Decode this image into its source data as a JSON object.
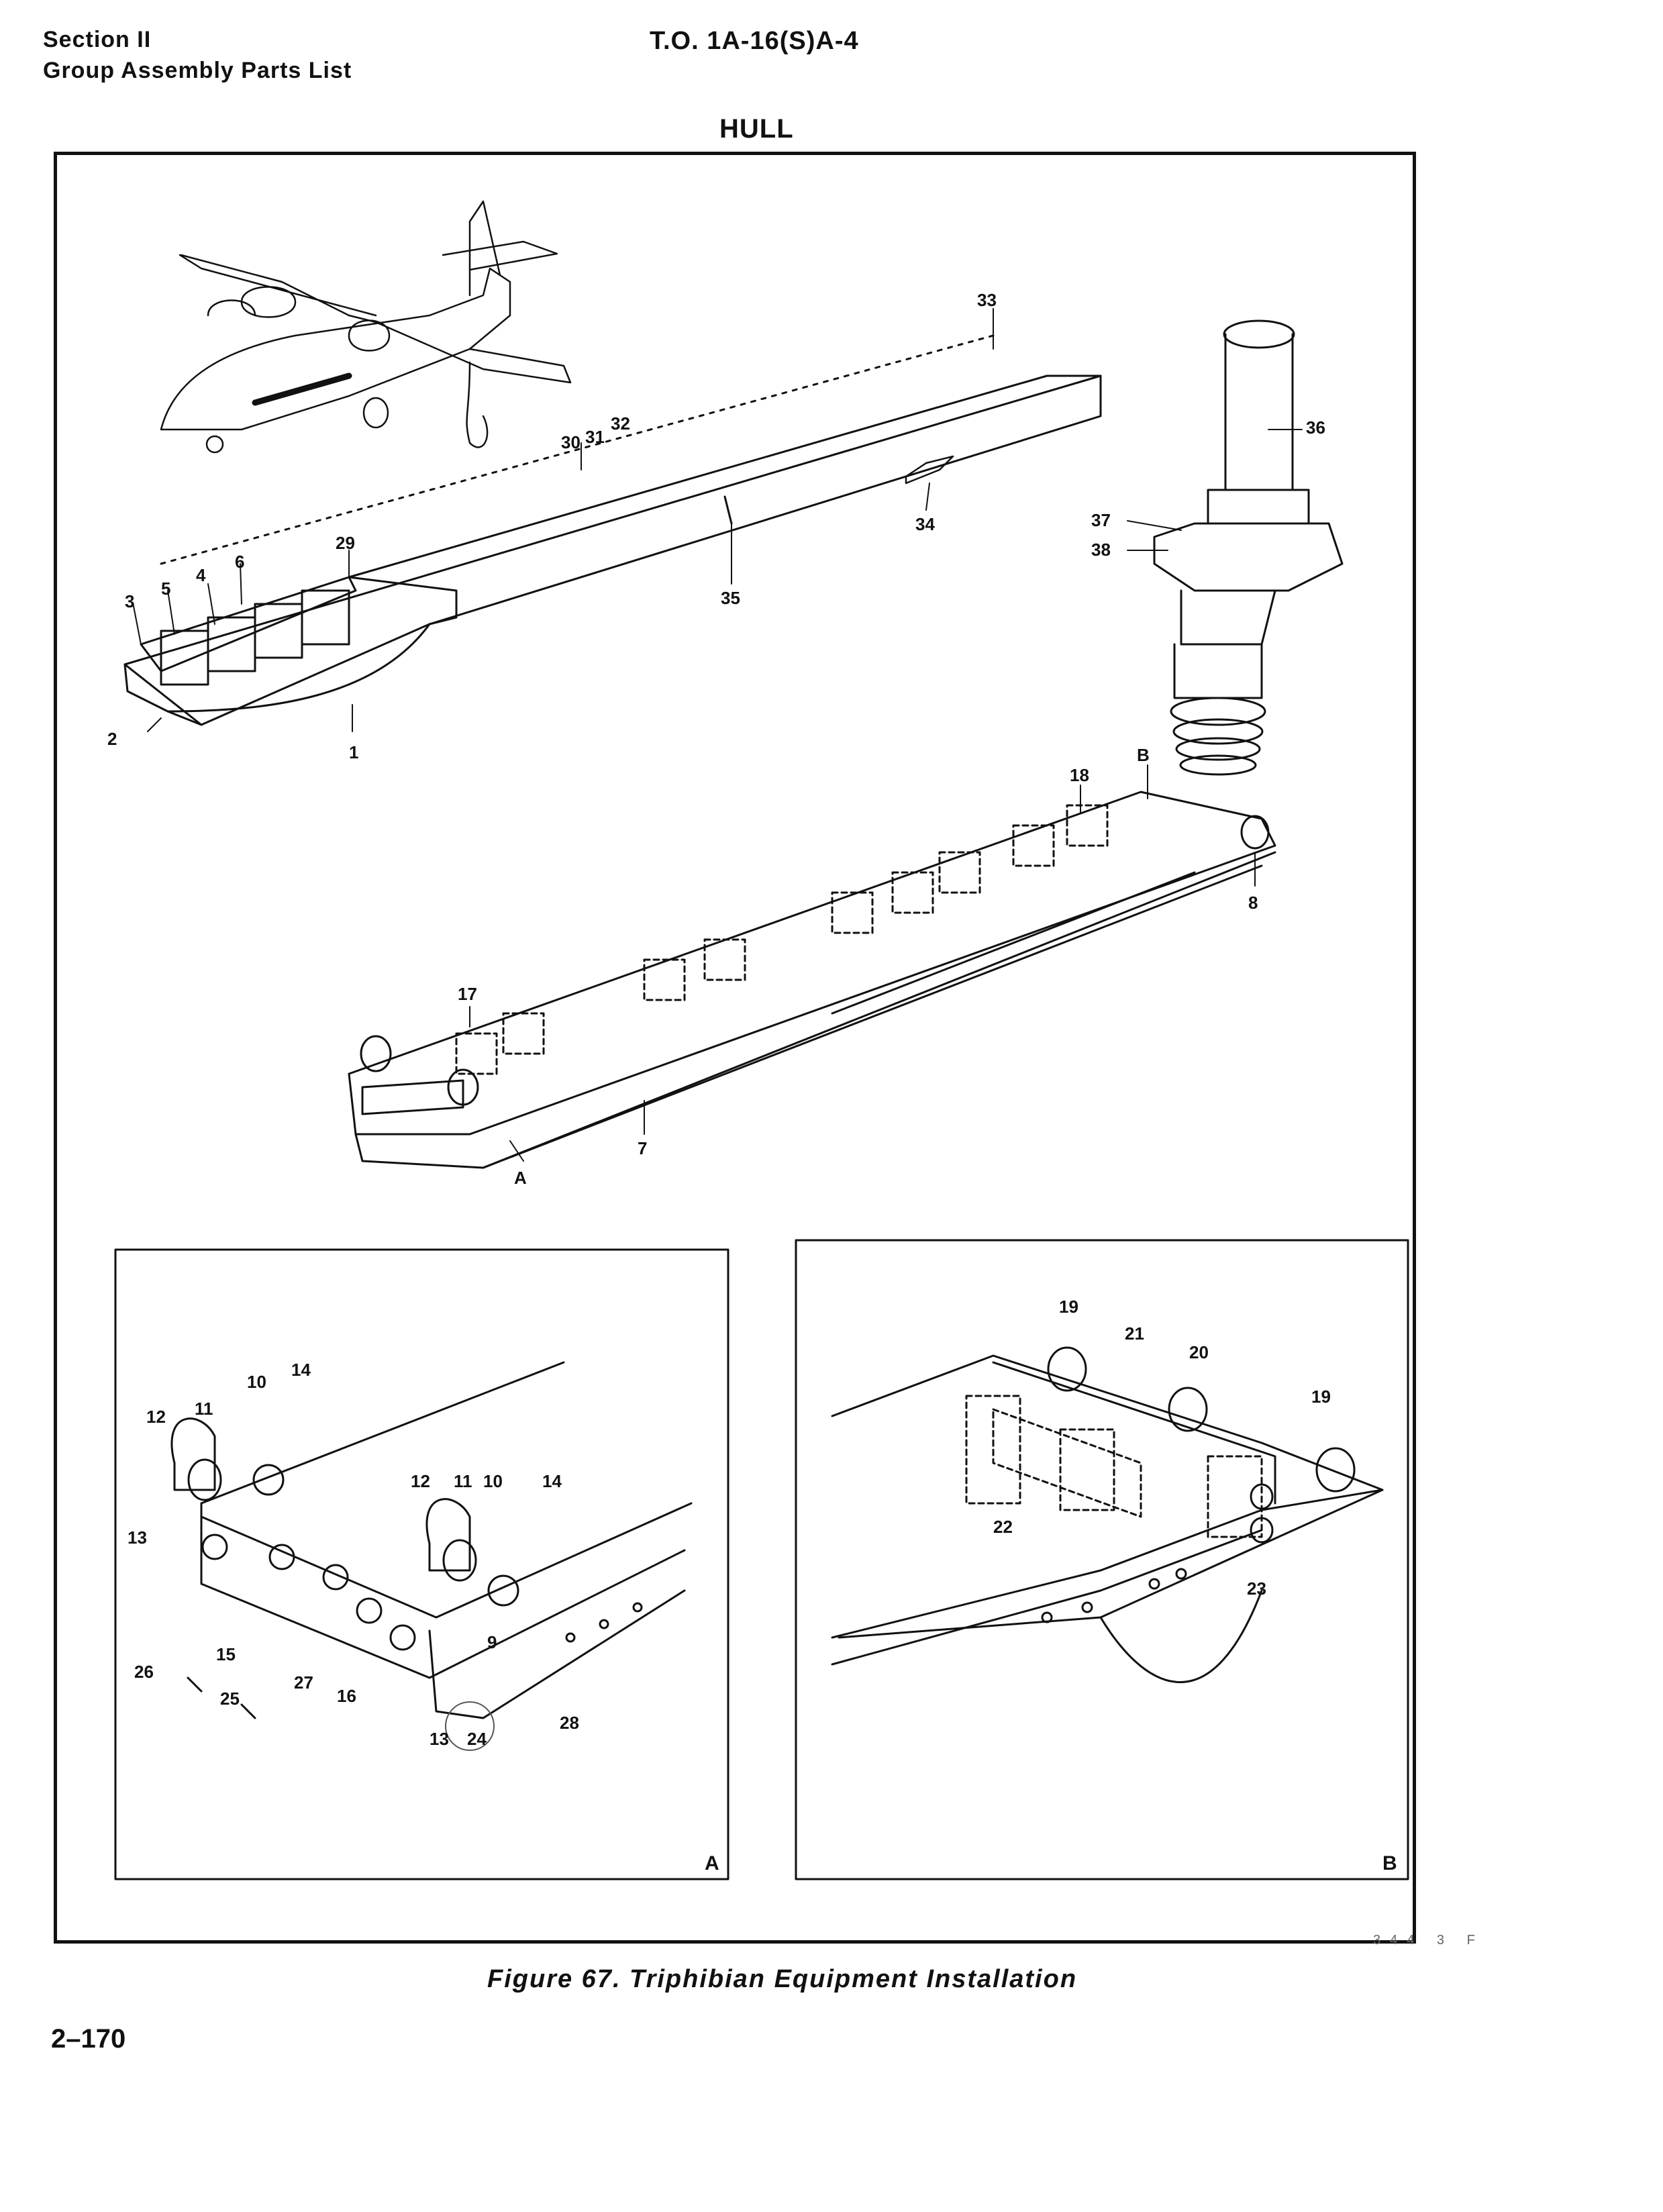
{
  "header": {
    "section": "Section II",
    "group": "Group Assembly Parts List",
    "doc_number": "T.O. 1A-16(S)A-4",
    "title": "HULL"
  },
  "main_labels": [
    "1",
    "2",
    "3",
    "4",
    "5",
    "6",
    "29",
    "30",
    "31",
    "32",
    "33",
    "34",
    "35",
    "36",
    "37",
    "38",
    "B",
    "18",
    "8",
    "17",
    "7",
    "A"
  ],
  "detail_a": {
    "letter": "A",
    "labels": [
      "10",
      "14",
      "12",
      "11",
      "13",
      "12",
      "11",
      "10",
      "14",
      "9",
      "15",
      "26",
      "27",
      "16",
      "25",
      "13",
      "24",
      "28"
    ]
  },
  "detail_b": {
    "letter": "B",
    "labels": [
      "19",
      "21",
      "20",
      "19",
      "22",
      "23"
    ]
  },
  "caption": "Figure 67. Triphibian Equipment Installation",
  "page_number": "2–170",
  "drawing_number": "344 3 F"
}
